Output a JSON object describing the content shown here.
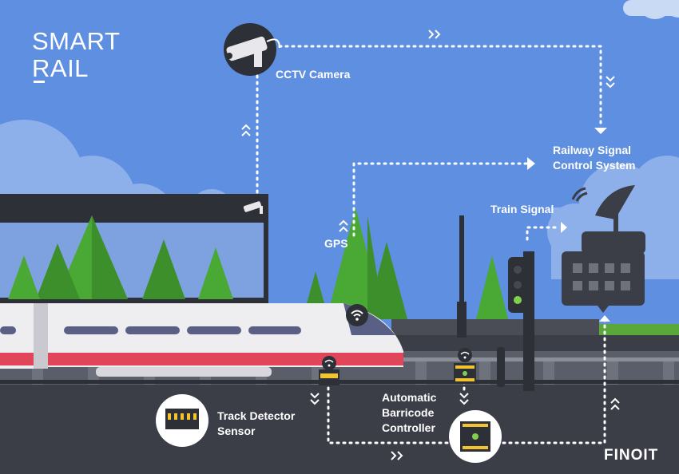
{
  "logo": {
    "line1": "SMART",
    "line2": "RAIL"
  },
  "labels": {
    "cctv": "CCTV Camera",
    "control1": "Railway Signal",
    "control2": "Control System",
    "train_signal": "Train Signal",
    "gps": "GPS",
    "track1": "Track Detector",
    "track2": "Sensor",
    "barricode1": "Automatic",
    "barricode2": "Barricode",
    "barricode3": "Controller"
  },
  "brand": "FINOIT",
  "colors": {
    "sky": "#5f8fe0",
    "ground": "#3b3e47",
    "train_stripe": "#e0455a",
    "train_windows": "#5a5f86",
    "tree": "#4aa834",
    "building": "#3b3e47",
    "connector": "#ffffff"
  }
}
